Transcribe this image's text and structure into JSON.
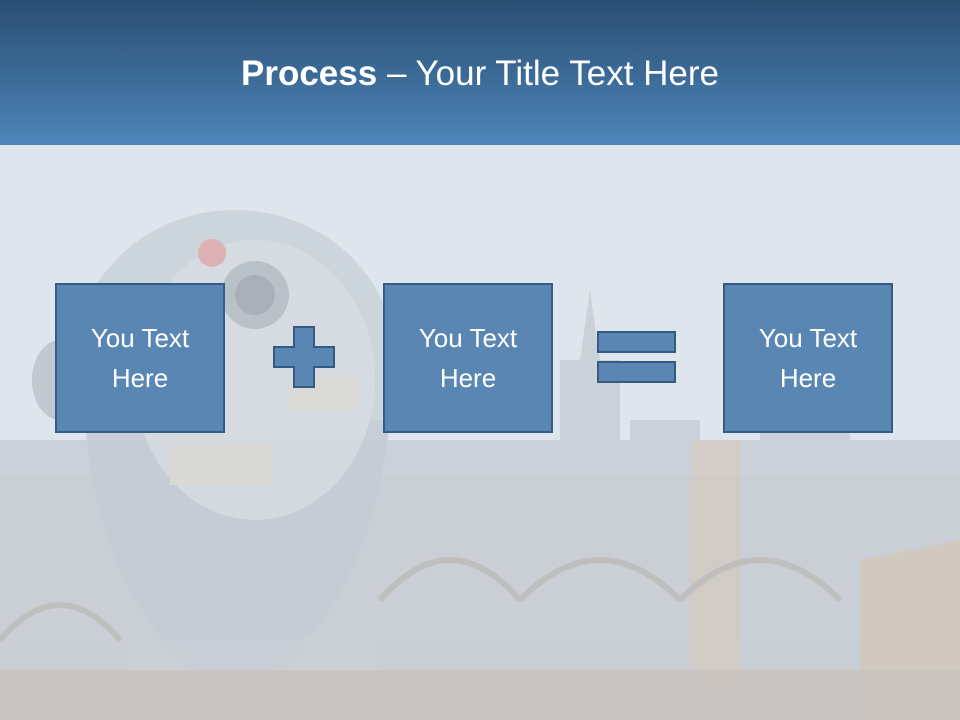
{
  "slide": {
    "title_bold": "Process",
    "title_separator": " – ",
    "title_rest": "Your Title Text Here",
    "boxes": [
      {
        "text": "You Text Here"
      },
      {
        "text": "You Text Here"
      },
      {
        "text": "You Text Here"
      }
    ],
    "operators": [
      "plus-sign",
      "equals-sign"
    ]
  },
  "colors": {
    "title_bar_top": "#2b4f74",
    "title_bar_bottom": "#4f86ba",
    "box_fill": "#5a86b3",
    "box_border": "#345b82",
    "text": "#ffffff"
  }
}
